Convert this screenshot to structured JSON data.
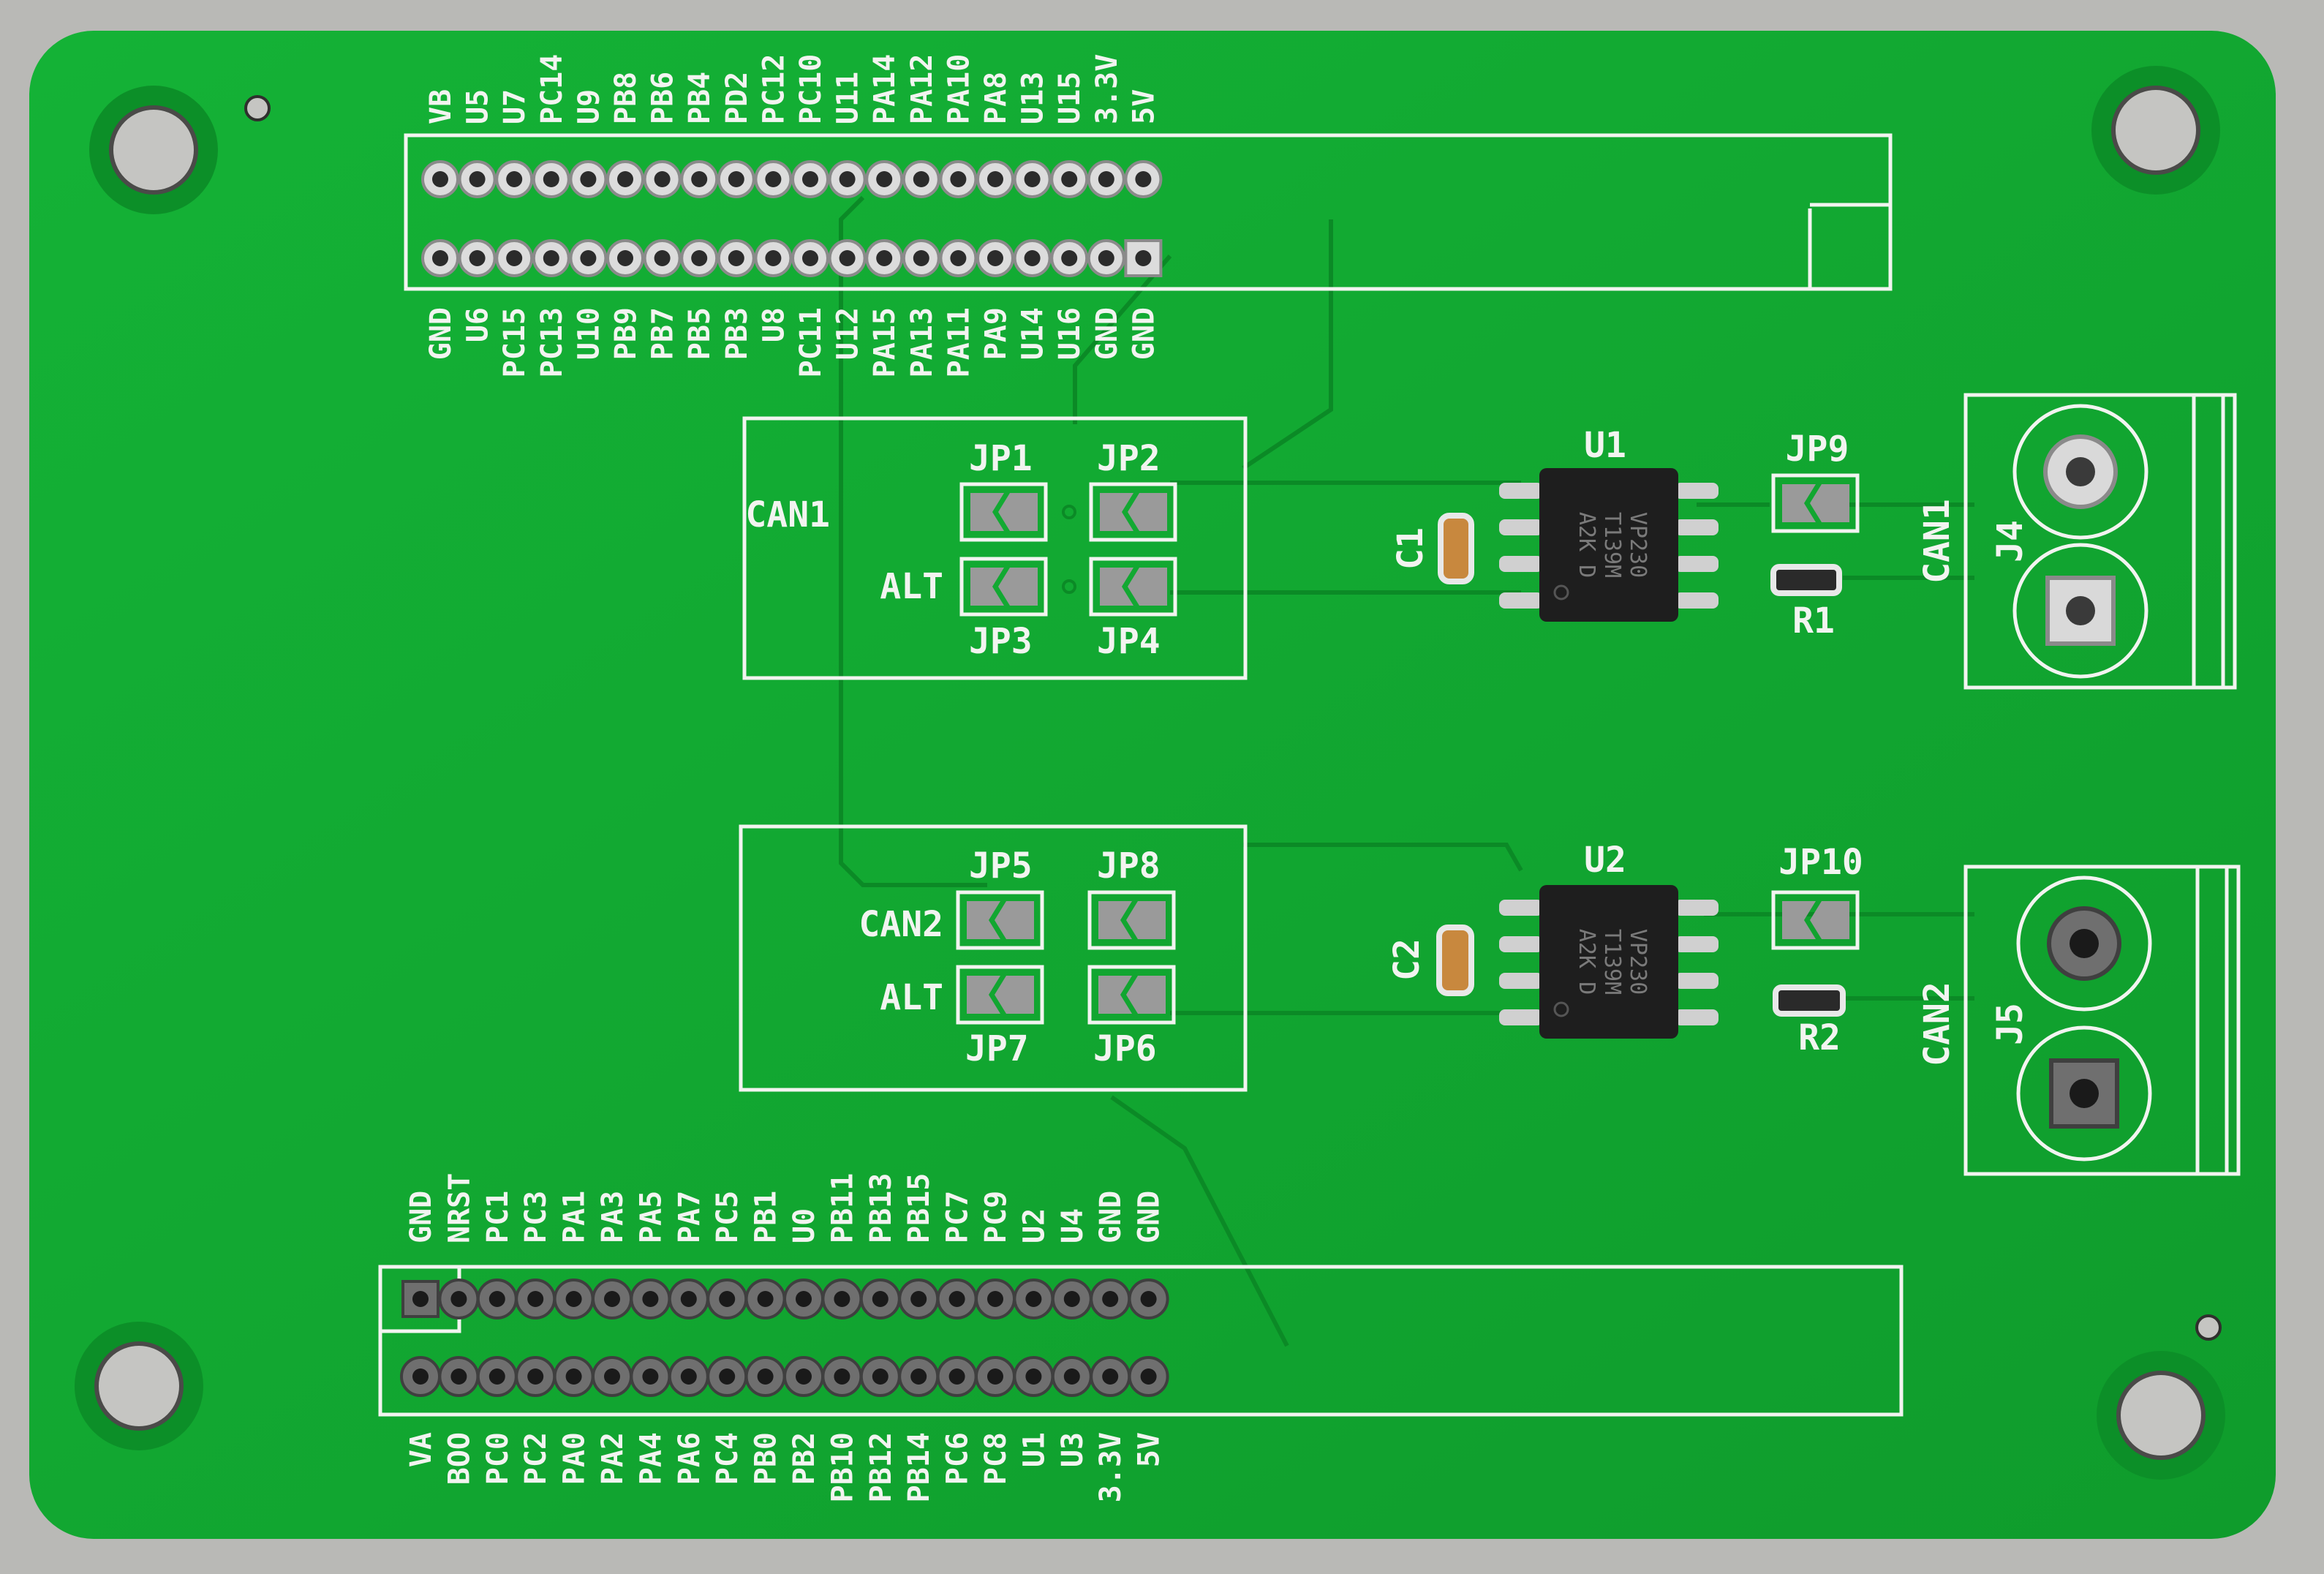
{
  "board": {
    "colors": {
      "mask": "#10a830",
      "mask_dark": "#0c8f28",
      "silk": "#f2f4f0",
      "pad": "#d9d9d9",
      "pad_dark": "#6f6f6f",
      "chip": "#1e1e1e"
    },
    "top_header": {
      "row1_labels": [
        "VB",
        "U5",
        "U7",
        "PC14",
        "U9",
        "PB8",
        "PB6",
        "PB4",
        "PD2",
        "PC12",
        "PC10",
        "U11",
        "PA14",
        "PA12",
        "PA10",
        "PA8",
        "U13",
        "U15",
        "3.3V",
        "5V"
      ],
      "row2_labels": [
        "GND",
        "U6",
        "PC15",
        "PC13",
        "U10",
        "PB9",
        "PB7",
        "PB5",
        "PB3",
        "U8",
        "PC11",
        "U12",
        "PA15",
        "PA13",
        "PA11",
        "PA9",
        "U14",
        "U16",
        "GND",
        "GND"
      ]
    },
    "bottom_header": {
      "row1_labels": [
        "GND",
        "NRST",
        "PC1",
        "PC3",
        "PA1",
        "PA3",
        "PA5",
        "PA7",
        "PC5",
        "PB1",
        "U0",
        "PB11",
        "PB13",
        "PB15",
        "PC7",
        "PC9",
        "U2",
        "U4",
        "GND",
        "GND"
      ],
      "row2_labels": [
        "VA",
        "BOO",
        "PC0",
        "PC2",
        "PA0",
        "PA2",
        "PA4",
        "PA6",
        "PC4",
        "PB0",
        "PB2",
        "PB10",
        "PB12",
        "PB14",
        "PC6",
        "PC8",
        "U1",
        "U3",
        "3.3V",
        "5V"
      ]
    },
    "can1_block": {
      "row_labels": [
        "CAN1",
        "ALT"
      ],
      "jumpers": [
        "JP1",
        "JP2",
        "JP3",
        "JP4"
      ]
    },
    "can2_block": {
      "row_labels": [
        "CAN2",
        "ALT"
      ],
      "jumpers": [
        "JP5",
        "JP8",
        "JP7",
        "JP6"
      ]
    },
    "components": {
      "u1": "U1",
      "u2": "U2",
      "c1": "C1",
      "c2": "C2",
      "r1": "R1",
      "r2": "R2",
      "jp9": "JP9",
      "jp10": "JP10",
      "j4": "J4",
      "j5": "J5",
      "can1": "CAN1",
      "can2": "CAN2",
      "chip_marking": [
        "VP230",
        "T139M",
        "A2K D"
      ]
    }
  }
}
